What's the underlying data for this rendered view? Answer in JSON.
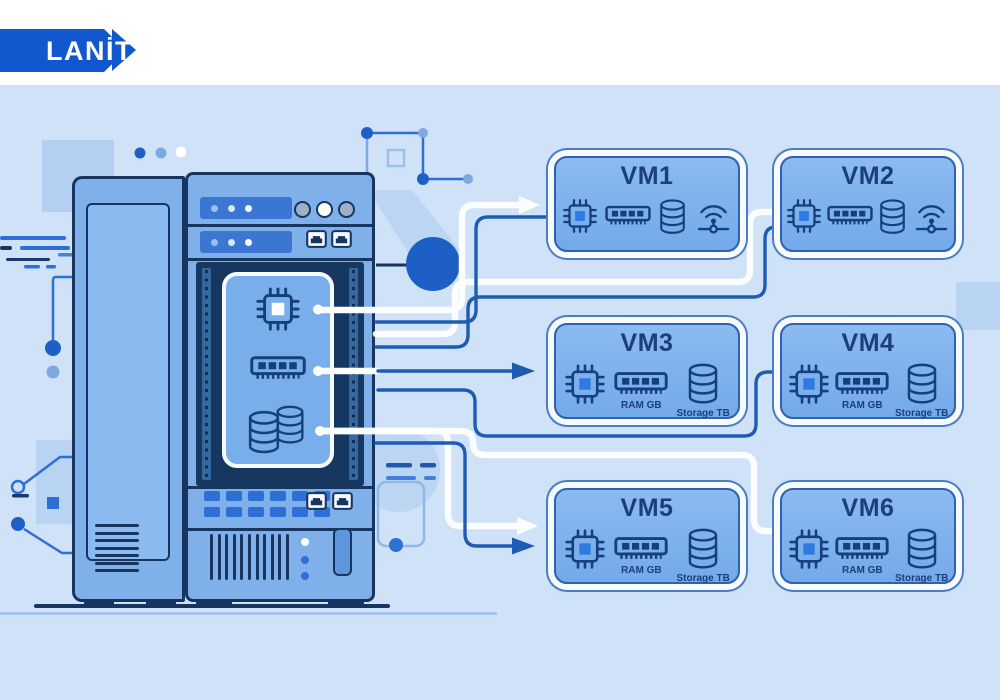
{
  "logo": {
    "text": "LANİT",
    "color": "#1257cd"
  },
  "diagram": {
    "title": "physical-server-to-virtual-machines",
    "server": {
      "components": [
        "cpu",
        "ram",
        "storage"
      ]
    },
    "vms": [
      {
        "label": "VM1",
        "ram_label": "",
        "storage_label": "",
        "has_network": true
      },
      {
        "label": "VM2",
        "ram_label": "",
        "storage_label": "",
        "has_network": true
      },
      {
        "label": "VM3",
        "ram_label": "RAM GB",
        "storage_label": "Storage TB",
        "has_network": false
      },
      {
        "label": "VM4",
        "ram_label": "RAM GB",
        "storage_label": "Storage TB",
        "has_network": false
      },
      {
        "label": "VM5",
        "ram_label": "RAM GB",
        "storage_label": "Storage TB",
        "has_network": false
      },
      {
        "label": "VM6",
        "ram_label": "RAM GB",
        "storage_label": "Storage TB",
        "has_network": false
      }
    ]
  },
  "colors": {
    "background": "#cfe2f7",
    "card_fill": "#7fb2ed",
    "card_border": "#2d62ac",
    "navy_outline": "#16365f",
    "accent_blue": "#2e6fd6",
    "wire_blue": "#1e5cb4",
    "wire_white": "#fbfdff",
    "logo_blue": "#1257cd"
  }
}
